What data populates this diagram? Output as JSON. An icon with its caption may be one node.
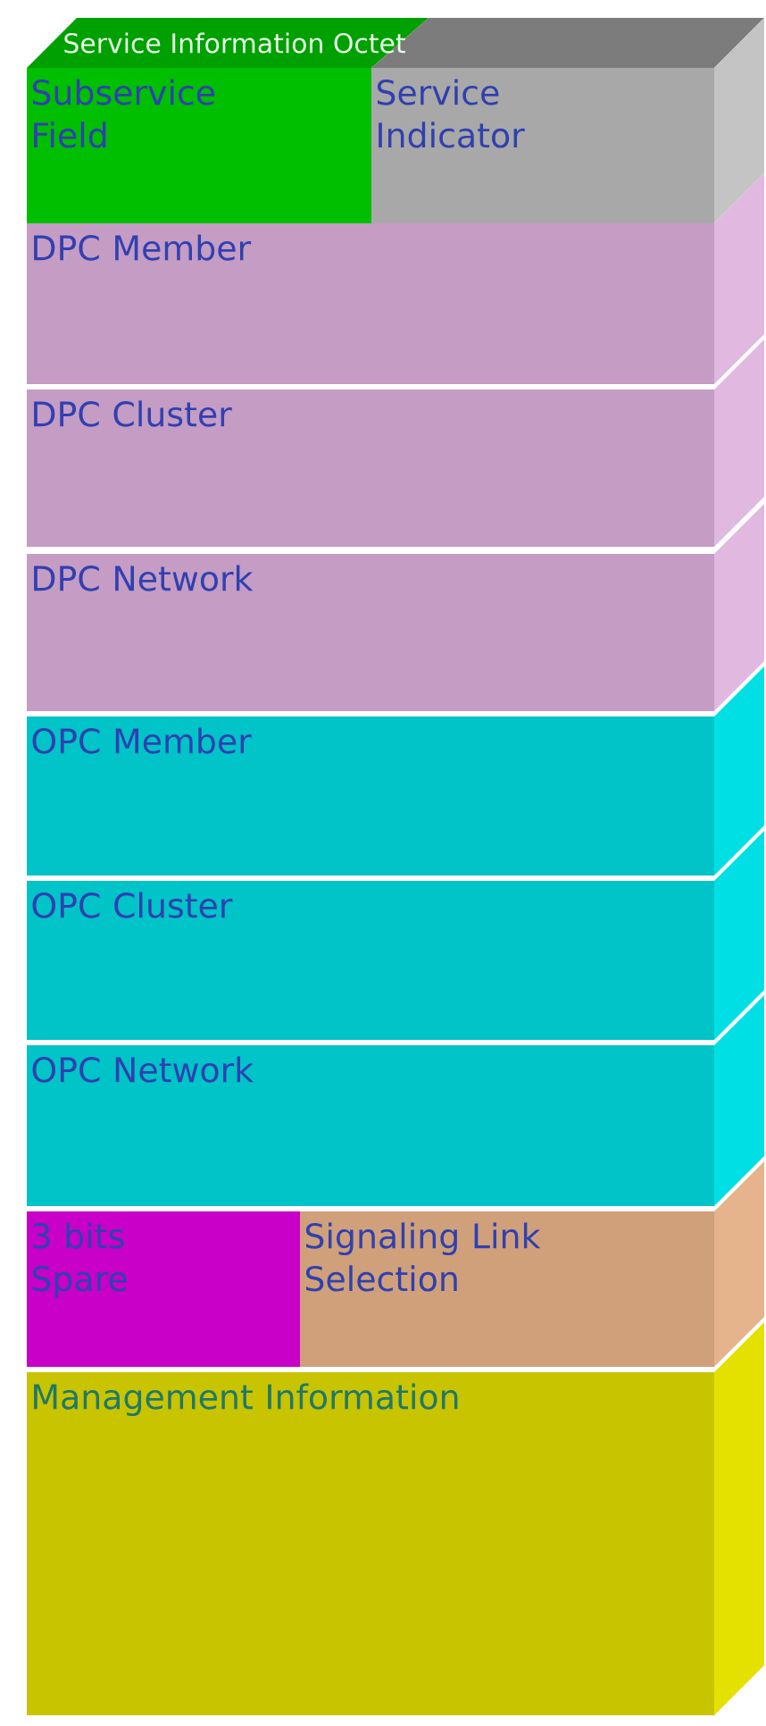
{
  "diagram": {
    "nodes": [
      {
        "text": [
          "Service Information Octet"
        ]
      },
      {
        "text": [
          "Subservice Field"
        ],
        "in": 0
      },
      {
        "text": [
          "Service Indicator"
        ],
        "in": 0
      },
      {
        "text": [
          "DPC Member"
        ]
      },
      {
        "text": [
          "DPC Cluster"
        ]
      },
      {
        "text": [
          "DPC Network"
        ]
      },
      {
        "text": [
          "OPC Member"
        ]
      },
      {
        "text": [
          "OPC Cluster"
        ]
      },
      {
        "text": [
          "OPC Network"
        ]
      },
      {
        "text": [
          "3 bits Spare"
        ]
      },
      {
        "text": [
          "Signaling Link Selection"
        ]
      },
      {
        "text": [
          "Management Information"
        ]
      }
    ]
  }
}
